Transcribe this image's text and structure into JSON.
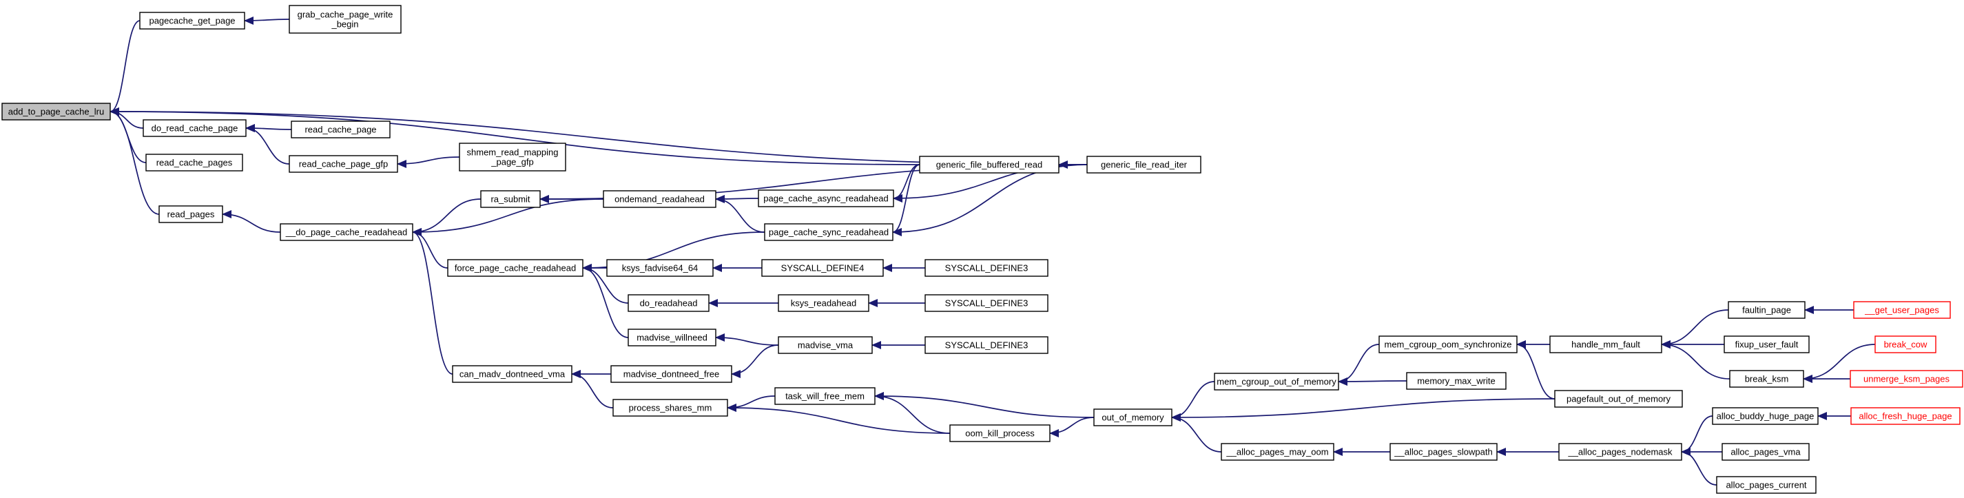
{
  "nodes": [
    {
      "id": "add_to_page_cache_lru",
      "lines": [
        "add_to_page_cache_lru"
      ],
      "kind": "root"
    },
    {
      "id": "pagecache_get_page",
      "lines": [
        "pagecache_get_page"
      ]
    },
    {
      "id": "grab_cache_page_write_begin",
      "lines": [
        "grab_cache_page_write",
        "_begin"
      ]
    },
    {
      "id": "do_read_cache_page",
      "lines": [
        "do_read_cache_page"
      ]
    },
    {
      "id": "read_cache_page",
      "lines": [
        "read_cache_page"
      ]
    },
    {
      "id": "read_cache_pages",
      "lines": [
        "read_cache_pages"
      ]
    },
    {
      "id": "read_cache_page_gfp",
      "lines": [
        "read_cache_page_gfp"
      ]
    },
    {
      "id": "shmem_read_mapping_page_gfp",
      "lines": [
        "shmem_read_mapping",
        "_page_gfp"
      ]
    },
    {
      "id": "read_pages",
      "lines": [
        "read_pages"
      ]
    },
    {
      "id": "__do_page_cache_readahead",
      "lines": [
        "__do_page_cache_readahead"
      ]
    },
    {
      "id": "ra_submit",
      "lines": [
        "ra_submit"
      ]
    },
    {
      "id": "ondemand_readahead",
      "lines": [
        "ondemand_readahead"
      ]
    },
    {
      "id": "page_cache_async_readahead",
      "lines": [
        "page_cache_async_readahead"
      ]
    },
    {
      "id": "generic_file_buffered_read",
      "lines": [
        "generic_file_buffered_read"
      ]
    },
    {
      "id": "generic_file_read_iter",
      "lines": [
        "generic_file_read_iter"
      ]
    },
    {
      "id": "page_cache_sync_readahead",
      "lines": [
        "page_cache_sync_readahead"
      ]
    },
    {
      "id": "force_page_cache_readahead",
      "lines": [
        "force_page_cache_readahead"
      ]
    },
    {
      "id": "ksys_fadvise64_64",
      "lines": [
        "ksys_fadvise64_64"
      ]
    },
    {
      "id": "syscall_define4",
      "lines": [
        "SYSCALL_DEFINE4"
      ]
    },
    {
      "id": "syscall_define3_a",
      "lines": [
        "SYSCALL_DEFINE3"
      ]
    },
    {
      "id": "do_readahead",
      "lines": [
        "do_readahead"
      ]
    },
    {
      "id": "ksys_readahead",
      "lines": [
        "ksys_readahead"
      ]
    },
    {
      "id": "syscall_define3_b",
      "lines": [
        "SYSCALL_DEFINE3"
      ]
    },
    {
      "id": "madvise_willneed",
      "lines": [
        "madvise_willneed"
      ]
    },
    {
      "id": "madvise_vma",
      "lines": [
        "madvise_vma"
      ]
    },
    {
      "id": "syscall_define3_c",
      "lines": [
        "SYSCALL_DEFINE3"
      ]
    },
    {
      "id": "can_madv_dontneed_vma",
      "lines": [
        "can_madv_dontneed_vma"
      ]
    },
    {
      "id": "madvise_dontneed_free",
      "lines": [
        "madvise_dontneed_free"
      ]
    },
    {
      "id": "process_shares_mm",
      "lines": [
        "process_shares_mm"
      ]
    },
    {
      "id": "task_will_free_mem",
      "lines": [
        "task_will_free_mem"
      ]
    },
    {
      "id": "oom_kill_process",
      "lines": [
        "oom_kill_process"
      ]
    },
    {
      "id": "out_of_memory",
      "lines": [
        "out_of_memory"
      ]
    },
    {
      "id": "mem_cgroup_out_of_memory",
      "lines": [
        "mem_cgroup_out_of_memory"
      ]
    },
    {
      "id": "mem_cgroup_oom_synchronize",
      "lines": [
        "mem_cgroup_oom_synchronize"
      ]
    },
    {
      "id": "memory_max_write",
      "lines": [
        "memory_max_write"
      ]
    },
    {
      "id": "handle_mm_fault",
      "lines": [
        "handle_mm_fault"
      ]
    },
    {
      "id": "pagefault_out_of_memory",
      "lines": [
        "pagefault_out_of_memory"
      ]
    },
    {
      "id": "__alloc_pages_may_oom",
      "lines": [
        "__alloc_pages_may_oom"
      ]
    },
    {
      "id": "__alloc_pages_slowpath",
      "lines": [
        "__alloc_pages_slowpath"
      ]
    },
    {
      "id": "__alloc_pages_nodemask",
      "lines": [
        "__alloc_pages_nodemask"
      ]
    },
    {
      "id": "faultin_page",
      "lines": [
        "faultin_page"
      ]
    },
    {
      "id": "__get_user_pages",
      "lines": [
        "__get_user_pages"
      ],
      "kind": "truncated"
    },
    {
      "id": "fixup_user_fault",
      "lines": [
        "fixup_user_fault"
      ]
    },
    {
      "id": "break_ksm",
      "lines": [
        "break_ksm"
      ]
    },
    {
      "id": "break_cow",
      "lines": [
        "break_cow"
      ],
      "kind": "truncated"
    },
    {
      "id": "unmerge_ksm_pages",
      "lines": [
        "unmerge_ksm_pages"
      ],
      "kind": "truncated"
    },
    {
      "id": "alloc_buddy_huge_page",
      "lines": [
        "alloc_buddy_huge_page"
      ]
    },
    {
      "id": "alloc_fresh_huge_page",
      "lines": [
        "alloc_fresh_huge_page"
      ],
      "kind": "truncated"
    },
    {
      "id": "alloc_pages_vma",
      "lines": [
        "alloc_pages_vma"
      ]
    },
    {
      "id": "alloc_pages_current",
      "lines": [
        "alloc_pages_current"
      ]
    }
  ],
  "edges": [
    [
      "pagecache_get_page",
      "add_to_page_cache_lru"
    ],
    [
      "do_read_cache_page",
      "add_to_page_cache_lru"
    ],
    [
      "read_cache_pages",
      "add_to_page_cache_lru"
    ],
    [
      "read_pages",
      "add_to_page_cache_lru"
    ],
    [
      "generic_file_buffered_read",
      "add_to_page_cache_lru"
    ],
    [
      "generic_file_read_iter",
      "add_to_page_cache_lru"
    ],
    [
      "grab_cache_page_write_begin",
      "pagecache_get_page"
    ],
    [
      "read_cache_page",
      "do_read_cache_page"
    ],
    [
      "read_cache_page_gfp",
      "do_read_cache_page"
    ],
    [
      "shmem_read_mapping_page_gfp",
      "read_cache_page_gfp"
    ],
    [
      "__do_page_cache_readahead",
      "read_pages"
    ],
    [
      "ra_submit",
      "__do_page_cache_readahead"
    ],
    [
      "ondemand_readahead",
      "__do_page_cache_readahead"
    ],
    [
      "force_page_cache_readahead",
      "__do_page_cache_readahead"
    ],
    [
      "can_madv_dontneed_vma",
      "__do_page_cache_readahead"
    ],
    [
      "ondemand_readahead",
      "ra_submit"
    ],
    [
      "generic_file_read_iter",
      "ra_submit"
    ],
    [
      "page_cache_async_readahead",
      "ondemand_readahead"
    ],
    [
      "page_cache_sync_readahead",
      "ondemand_readahead"
    ],
    [
      "generic_file_buffered_read",
      "page_cache_async_readahead"
    ],
    [
      "generic_file_read_iter",
      "page_cache_async_readahead"
    ],
    [
      "generic_file_buffered_read",
      "page_cache_sync_readahead"
    ],
    [
      "generic_file_read_iter",
      "page_cache_sync_readahead"
    ],
    [
      "generic_file_read_iter",
      "generic_file_buffered_read"
    ],
    [
      "page_cache_sync_readahead",
      "force_page_cache_readahead"
    ],
    [
      "ksys_fadvise64_64",
      "force_page_cache_readahead"
    ],
    [
      "do_readahead",
      "force_page_cache_readahead"
    ],
    [
      "madvise_willneed",
      "force_page_cache_readahead"
    ],
    [
      "syscall_define4",
      "ksys_fadvise64_64"
    ],
    [
      "syscall_define3_a",
      "syscall_define4"
    ],
    [
      "ksys_readahead",
      "do_readahead"
    ],
    [
      "syscall_define3_b",
      "ksys_readahead"
    ],
    [
      "madvise_vma",
      "madvise_willneed"
    ],
    [
      "syscall_define3_c",
      "madvise_vma"
    ],
    [
      "madvise_dontneed_free",
      "can_madv_dontneed_vma"
    ],
    [
      "process_shares_mm",
      "can_madv_dontneed_vma"
    ],
    [
      "madvise_vma",
      "madvise_dontneed_free"
    ],
    [
      "task_will_free_mem",
      "process_shares_mm"
    ],
    [
      "oom_kill_process",
      "process_shares_mm"
    ],
    [
      "oom_kill_process",
      "task_will_free_mem"
    ],
    [
      "out_of_memory",
      "task_will_free_mem"
    ],
    [
      "out_of_memory",
      "oom_kill_process"
    ],
    [
      "mem_cgroup_out_of_memory",
      "out_of_memory"
    ],
    [
      "pagefault_out_of_memory",
      "out_of_memory"
    ],
    [
      "__alloc_pages_may_oom",
      "out_of_memory"
    ],
    [
      "mem_cgroup_oom_synchronize",
      "mem_cgroup_out_of_memory"
    ],
    [
      "memory_max_write",
      "mem_cgroup_out_of_memory"
    ],
    [
      "handle_mm_fault",
      "mem_cgroup_oom_synchronize"
    ],
    [
      "pagefault_out_of_memory",
      "mem_cgroup_oom_synchronize"
    ],
    [
      "faultin_page",
      "handle_mm_fault"
    ],
    [
      "fixup_user_fault",
      "handle_mm_fault"
    ],
    [
      "break_ksm",
      "handle_mm_fault"
    ],
    [
      "__get_user_pages",
      "faultin_page"
    ],
    [
      "break_cow",
      "break_ksm"
    ],
    [
      "unmerge_ksm_pages",
      "break_ksm"
    ],
    [
      "__alloc_pages_slowpath",
      "__alloc_pages_may_oom"
    ],
    [
      "__alloc_pages_nodemask",
      "__alloc_pages_slowpath"
    ],
    [
      "alloc_buddy_huge_page",
      "__alloc_pages_nodemask"
    ],
    [
      "alloc_pages_vma",
      "__alloc_pages_nodemask"
    ],
    [
      "alloc_pages_current",
      "__alloc_pages_nodemask"
    ],
    [
      "alloc_fresh_huge_page",
      "alloc_buddy_huge_page"
    ]
  ],
  "colors": {
    "edge": "#191970",
    "truncated_border": "#ff0000",
    "root_fill": "#bfbfbf"
  }
}
